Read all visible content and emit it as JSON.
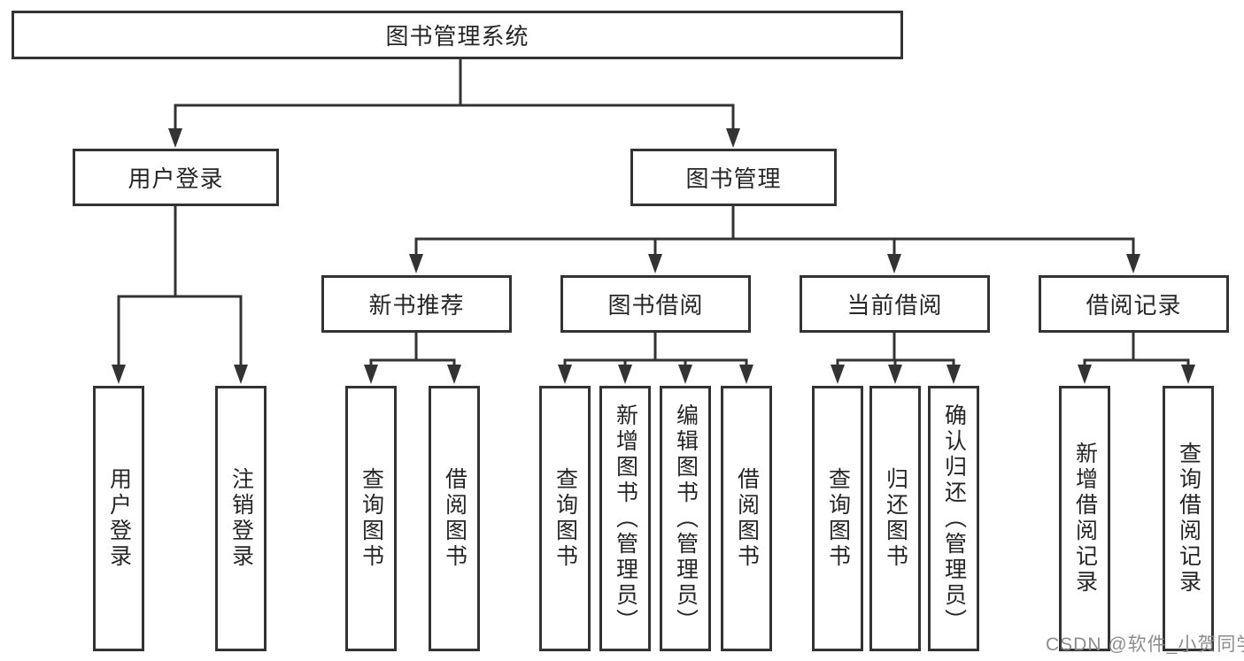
{
  "diagram": {
    "title": "图书管理系统",
    "tree": {
      "root": {
        "label": "图书管理系统"
      },
      "branches": [
        {
          "label": "用户登录",
          "children": [
            {
              "label": "用户登录"
            },
            {
              "label": "注销登录"
            }
          ]
        },
        {
          "label": "图书管理",
          "children": [
            {
              "label": "新书推荐",
              "children": [
                {
                  "label": "查询图书"
                },
                {
                  "label": "借阅图书"
                }
              ]
            },
            {
              "label": "图书借阅",
              "children": [
                {
                  "label": "查询图书"
                },
                {
                  "label": "新增图书（管理员）"
                },
                {
                  "label": "编辑图书（管理员）"
                },
                {
                  "label": "借阅图书"
                }
              ]
            },
            {
              "label": "当前借阅",
              "children": [
                {
                  "label": "查询图书"
                },
                {
                  "label": "归还图书"
                },
                {
                  "label": "确认归还（管理员）"
                }
              ]
            },
            {
              "label": "借阅记录",
              "children": [
                {
                  "label": "新增借阅记录"
                },
                {
                  "label": "查询借阅记录"
                }
              ]
            }
          ]
        }
      ]
    },
    "watermark": {
      "text": "CSDN @软件_小贺同学"
    },
    "colors": {
      "line": "#333333",
      "box_border": "#333333",
      "box_background": "#ffffff",
      "text": "#262626",
      "watermark": "#878787",
      "background": "#ffffff"
    }
  }
}
